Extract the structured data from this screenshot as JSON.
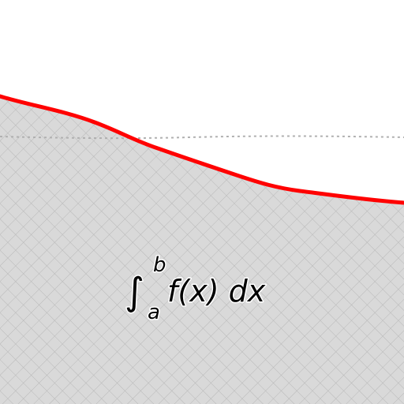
{
  "figure": {
    "integral_label": {
      "upper_limit": "b",
      "lower_limit": "a",
      "integrand": "f(x) dx"
    },
    "colors": {
      "curve": "#ff0000",
      "area_fill": "#d9d9d9",
      "area_hatch": "#b8b8b8",
      "reference_line": "#b0b0b0",
      "background": "#ffffff"
    },
    "area_pattern": "crosshatch",
    "reference_line_style": "dotted"
  }
}
